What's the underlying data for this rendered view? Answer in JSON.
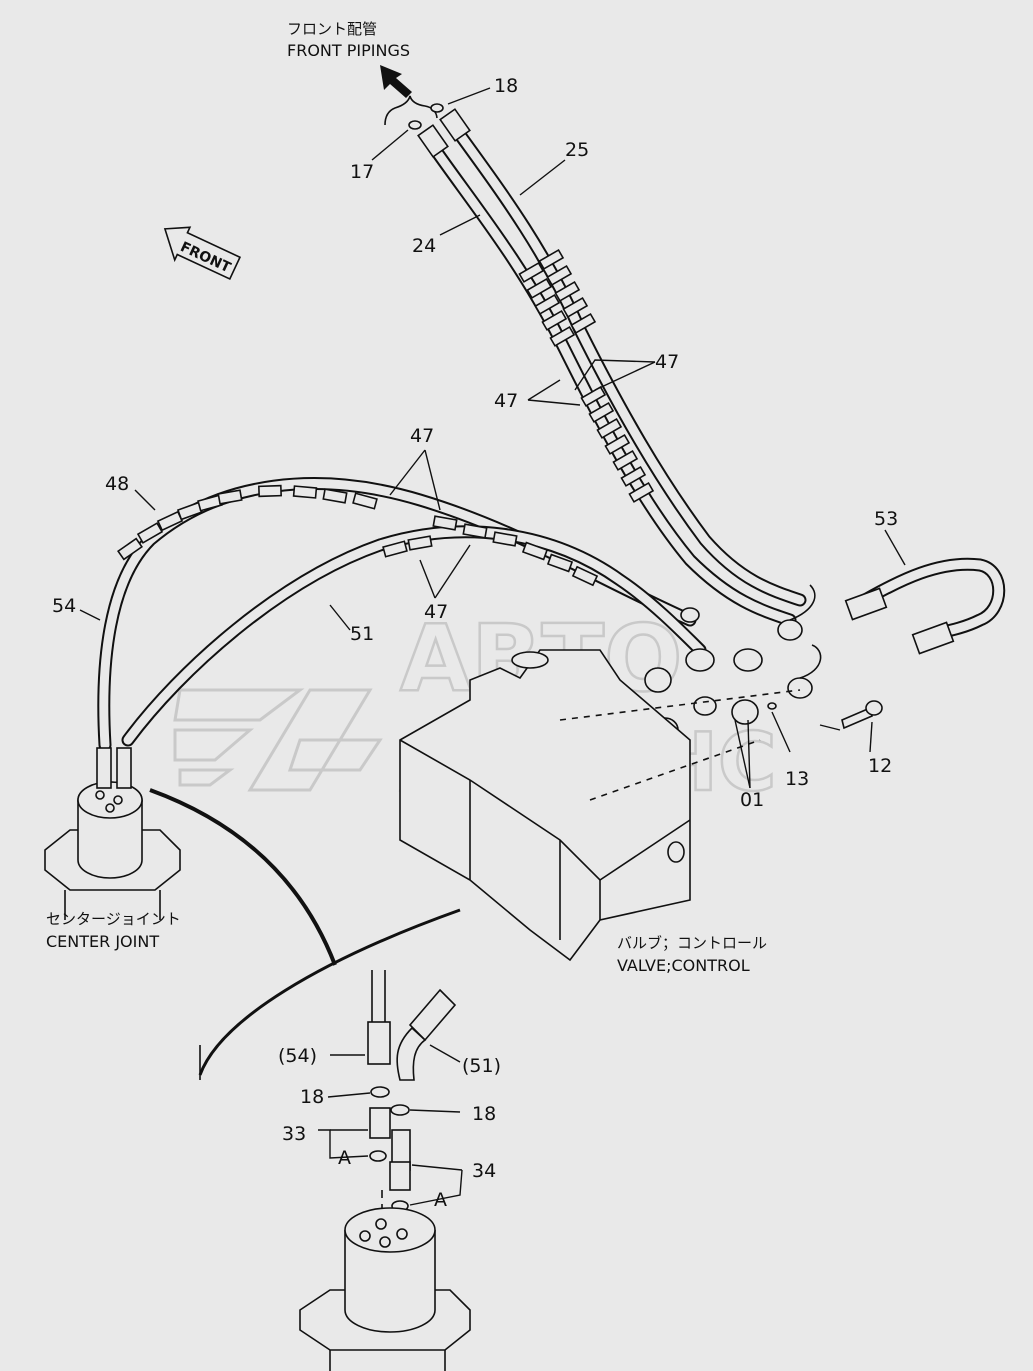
{
  "captions": {
    "front_pipings_jp": "フロント配管",
    "front_pipings_en": "FRONT PIPINGS",
    "front_arrow": "FRONT",
    "center_joint_jp": "センタージョイント",
    "center_joint_en": "CENTER JOINT",
    "valve_jp": "バルブ；コントロール",
    "valve_en": "VALVE;CONTROL"
  },
  "callouts": {
    "c18_top": "18",
    "c17": "17",
    "c25": "25",
    "c24": "24",
    "c47_a": "47",
    "c47_b": "47",
    "c47_c": "47",
    "c47_d": "47",
    "c48": "48",
    "c54": "54",
    "c51": "51",
    "c53": "53",
    "c12": "12",
    "c13": "13",
    "c01": "01",
    "c54_ref": "(54)",
    "c51_ref": "(51)",
    "c18_left": "18",
    "c18_right": "18",
    "c33": "33",
    "cA_left": "A",
    "c34": "34",
    "cA_right": "A"
  },
  "watermark": {
    "line1": "АВТО",
    "line2": "АЛЬЯНС"
  }
}
